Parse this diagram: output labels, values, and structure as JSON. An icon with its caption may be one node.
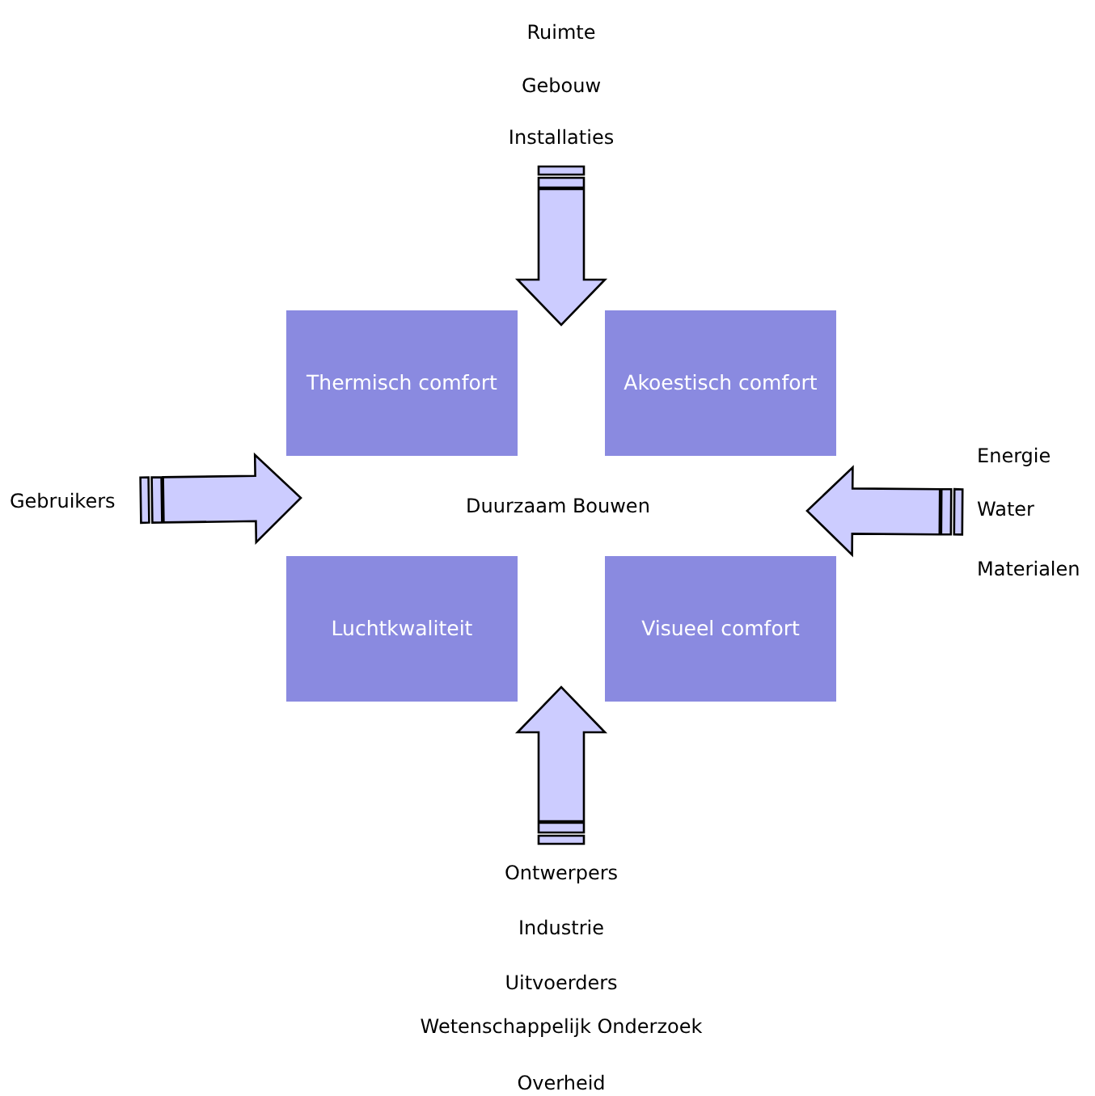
{
  "diagram": {
    "nodes": [
      {
        "text": [
          "Ruimte",
          "Gebouw",
          "Installaties"
        ]
      },
      {
        "text": [
          "Gebruikers"
        ]
      },
      {
        "text": [
          "Energie",
          "Water",
          "Materialen"
        ]
      },
      {
        "text": [
          "Ontwerpers",
          "Industrie",
          "Uitvoerders",
          "Wetenschappelijk Onderzoek",
          "Overheid"
        ]
      },
      {
        "text": [
          "Thermisch comfort"
        ]
      },
      {
        "text": [
          "Akoestisch comfort"
        ]
      },
      {
        "text": [
          "Luchtkwaliteit"
        ]
      },
      {
        "text": [
          "Visueel comfort"
        ]
      },
      {
        "text": [
          "Duurzaam Bouwen"
        ]
      }
    ],
    "edges": [
      {
        "from": 0,
        "to": null,
        "arrow": "to",
        "style": "thick"
      },
      {
        "from": 1,
        "to": null,
        "arrow": "to",
        "style": "thick"
      },
      {
        "from": 2,
        "to": null,
        "arrow": "to",
        "style": "thick"
      },
      {
        "from": 3,
        "to": null,
        "arrow": "to",
        "style": "thick"
      }
    ]
  }
}
